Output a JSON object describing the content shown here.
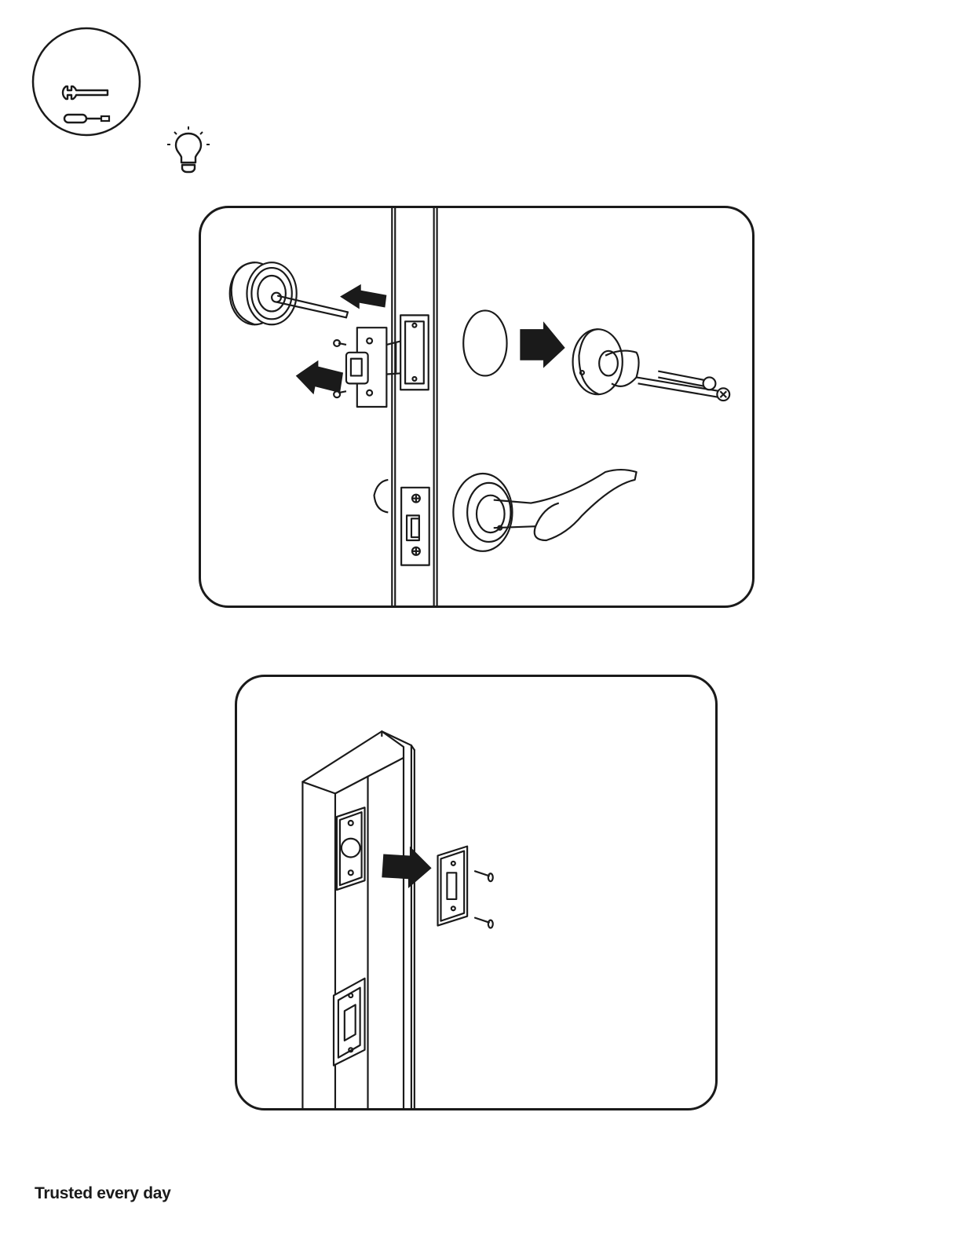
{
  "header": {
    "tools_icon": "wrench-screwdriver-icon",
    "tip_icon": "lightbulb-icon"
  },
  "illustrations": [
    {
      "id": "remove-existing-lock",
      "icon": "door-hardware-removal-illustration"
    },
    {
      "id": "remove-strike-plate",
      "icon": "door-frame-strike-plate-illustration"
    }
  ],
  "footer": {
    "tagline": "Trusted every day"
  }
}
